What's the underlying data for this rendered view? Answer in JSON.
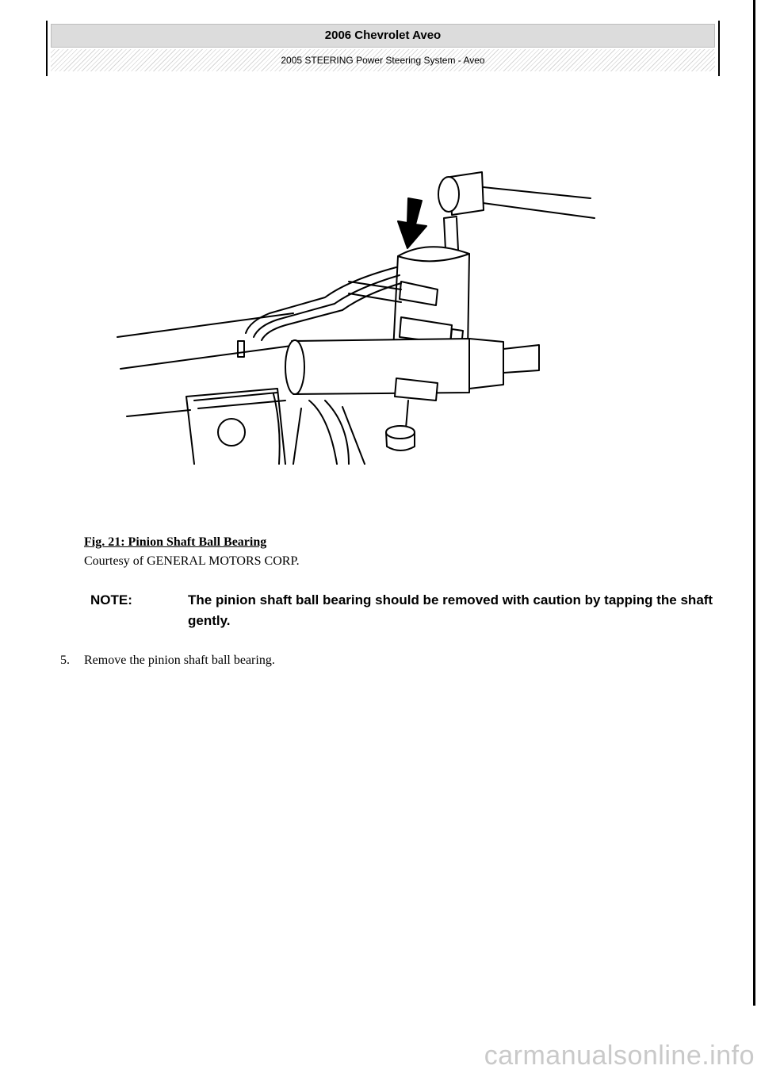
{
  "header": {
    "title": "2006 Chevrolet Aveo",
    "subtitle": "2005 STEERING Power Steering System - Aveo"
  },
  "figure": {
    "caption_title": "Fig. 21: Pinion Shaft Ball Bearing",
    "caption_credit": "Courtesy of GENERAL MOTORS CORP."
  },
  "note": {
    "label": "NOTE:",
    "text": "The pinion shaft ball bearing should be removed with caution by tapping the shaft gently."
  },
  "step": {
    "number": "5.",
    "text": "Remove the pinion shaft ball bearing."
  },
  "watermark": "carmanualsonline.info"
}
